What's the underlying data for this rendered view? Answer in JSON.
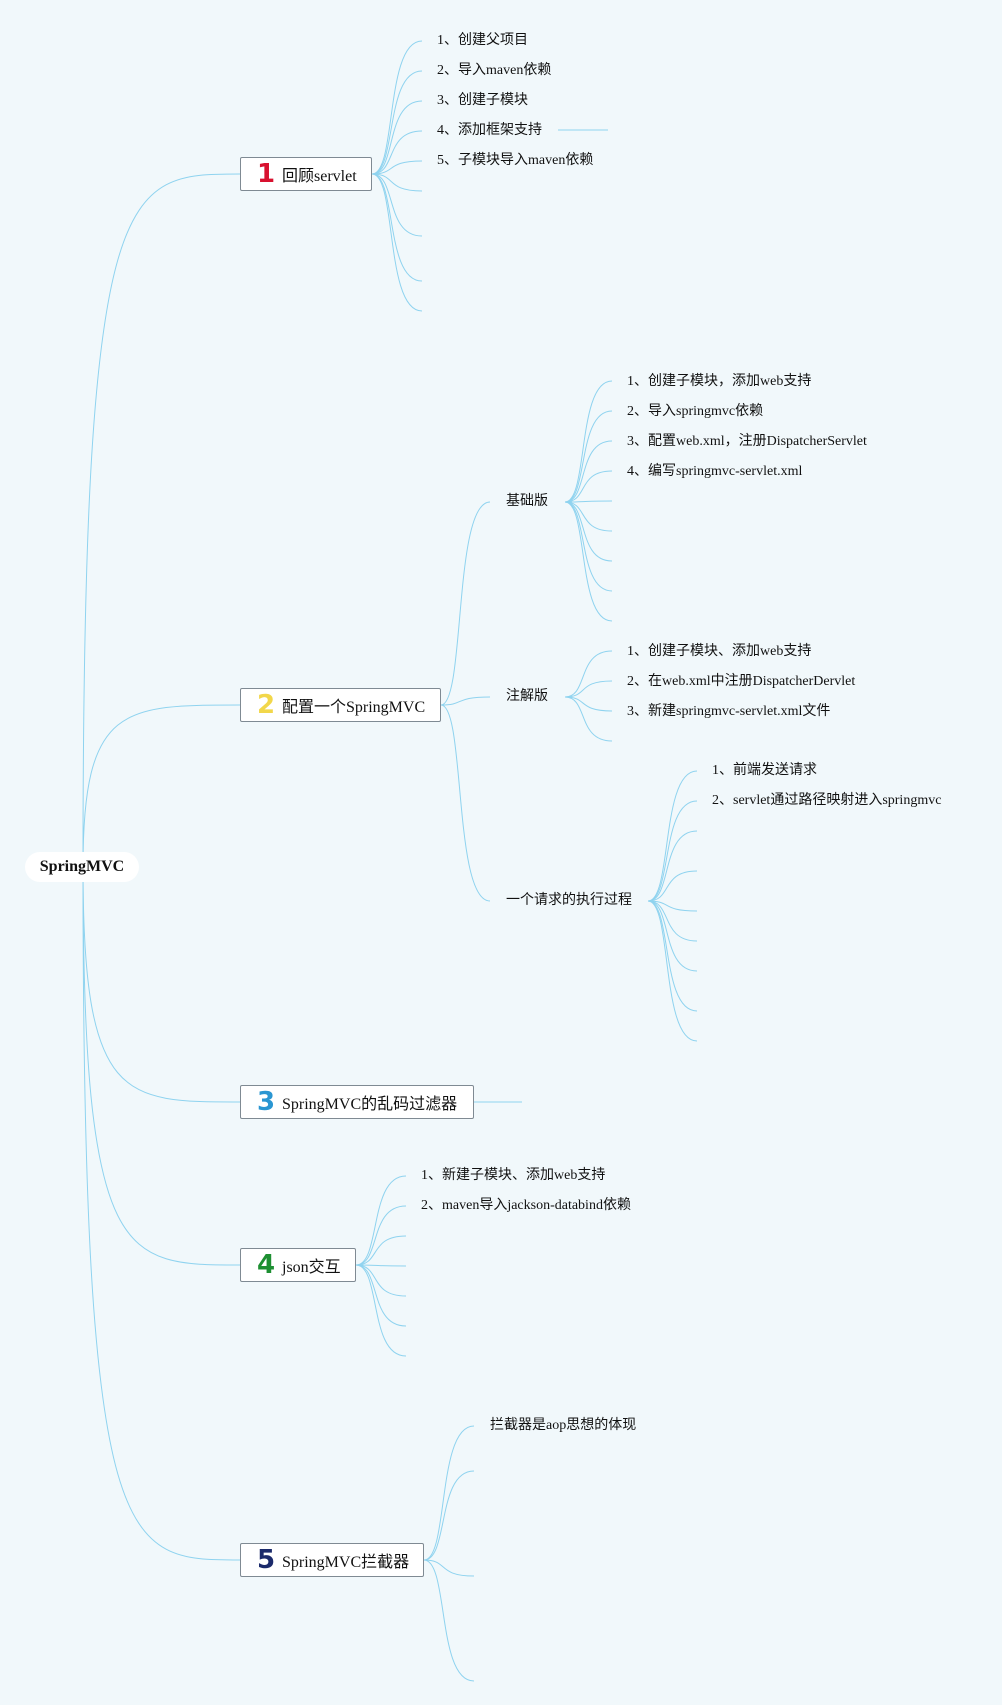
{
  "root": {
    "label": "SpringMVC"
  },
  "branches": [
    {
      "num": "1",
      "color": "#d8112f",
      "label": "回顾servlet",
      "items": [
        "1、创建父项目",
        "2、导入maven依赖",
        "3、创建子模块",
        "4、添加框架支持",
        "5、子模块导入maven依赖"
      ]
    },
    {
      "num": "2",
      "color": "#f2d74a",
      "label": "配置一个SpringMVC",
      "children": [
        {
          "label": "基础版",
          "items": [
            "1、创建子模块，添加web支持",
            "2、导入springmvc依赖",
            "3、配置web.xml，注册DispatcherServlet",
            "4、编写springmvc-servlet.xml"
          ]
        },
        {
          "label": "注解版",
          "items": [
            "1、创建子模块、添加web支持",
            "2、在web.xml中注册DispatcherDervlet",
            "3、新建springmvc-servlet.xml文件"
          ]
        },
        {
          "label": "一个请求的执行过程",
          "items": [
            "1、前端发送请求",
            "2、servlet通过路径映射进入springmvc"
          ]
        }
      ]
    },
    {
      "num": "3",
      "color": "#2a96d2",
      "label": "SpringMVC的乱码过滤器"
    },
    {
      "num": "4",
      "color": "#1d8f32",
      "label": "json交互",
      "items": [
        "1、新建子模块、添加web支持",
        "2、maven导入jackson-databind依赖"
      ]
    },
    {
      "num": "5",
      "color": "#1b2a6b",
      "label": "SpringMVC拦截器",
      "items": [
        "拦截器是aop思想的体现"
      ]
    }
  ]
}
